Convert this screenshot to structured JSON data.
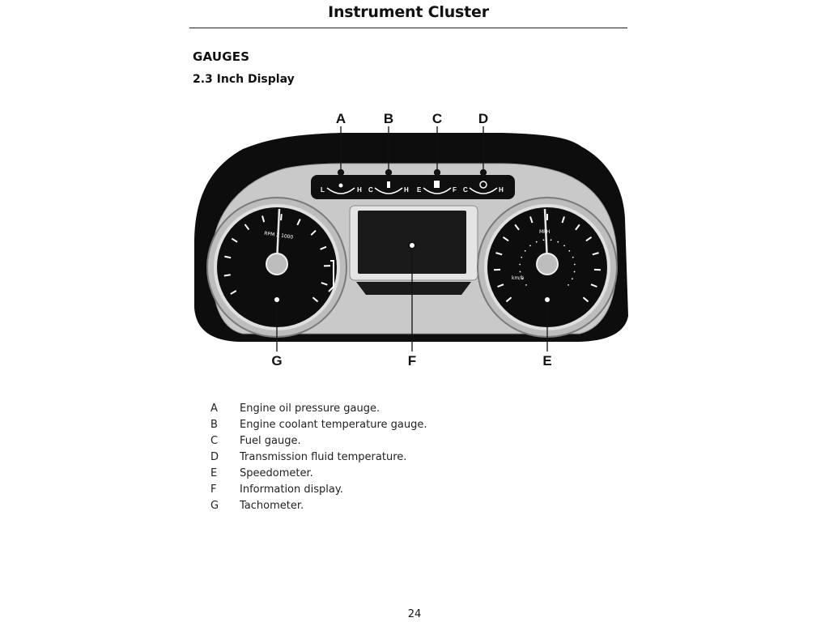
{
  "header": {
    "title": "Instrument Cluster"
  },
  "section": {
    "heading": "GAUGES",
    "subheading": "2.3 Inch Display"
  },
  "callouts": [
    "A",
    "B",
    "C",
    "D",
    "E",
    "F",
    "G"
  ],
  "gauge_scale": {
    "oil": {
      "low": "L",
      "high": "H"
    },
    "coolant": {
      "low": "C",
      "high": "H"
    },
    "fuel": {
      "low": "E",
      "high": "F"
    },
    "trans": {
      "low": "C",
      "high": "H"
    }
  },
  "dial_labels": {
    "tach": "RPM X 1000",
    "speedo_main": "MPH",
    "speedo_sub": "km/h"
  },
  "legend": [
    {
      "key": "A",
      "text": "Engine oil pressure gauge."
    },
    {
      "key": "B",
      "text": "Engine coolant temperature gauge."
    },
    {
      "key": "C",
      "text": "Fuel gauge."
    },
    {
      "key": "D",
      "text": "Transmission fluid temperature."
    },
    {
      "key": "E",
      "text": "Speedometer."
    },
    {
      "key": "F",
      "text": "Information display."
    },
    {
      "key": "G",
      "text": "Tachometer."
    }
  ],
  "footer": {
    "page_number": "24"
  }
}
